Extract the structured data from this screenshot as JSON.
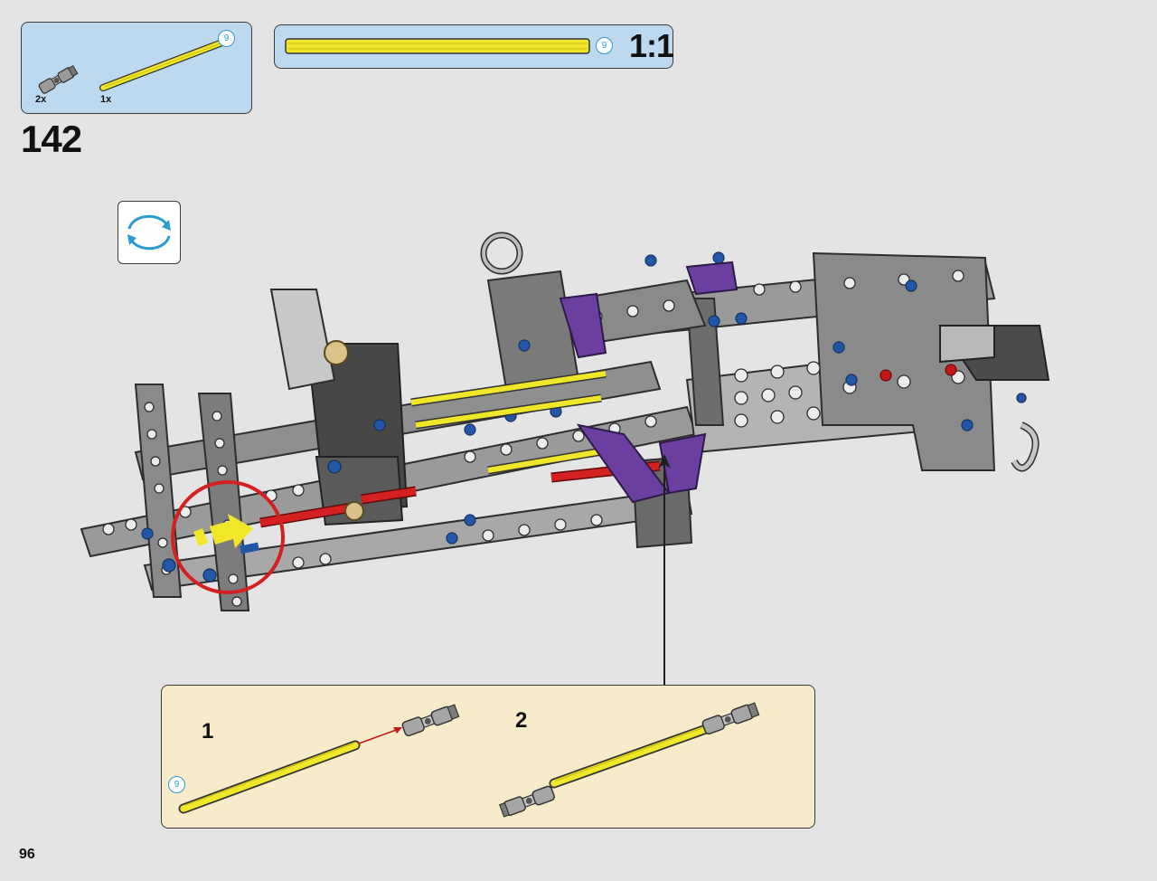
{
  "parts_list": {
    "items": [
      {
        "part": "universal-joint",
        "quantity": "2x"
      },
      {
        "part": "yellow-axle",
        "quantity": "1x",
        "length": "9"
      }
    ]
  },
  "scale_indicator": {
    "length": "9",
    "ratio": "1:1"
  },
  "step": {
    "number": "142"
  },
  "rotate_icon": "rotate-model-icon",
  "sub_steps": [
    {
      "number": "1",
      "axle_length": "9"
    },
    {
      "number": "2"
    }
  ],
  "page": {
    "number": "96"
  },
  "colors": {
    "callout_blue": "#bcd9f0",
    "callout_tan": "#f8ebc9",
    "axle_yellow": "#f0e62a",
    "highlight_red": "#d42020",
    "background": "#e4e4e4"
  }
}
